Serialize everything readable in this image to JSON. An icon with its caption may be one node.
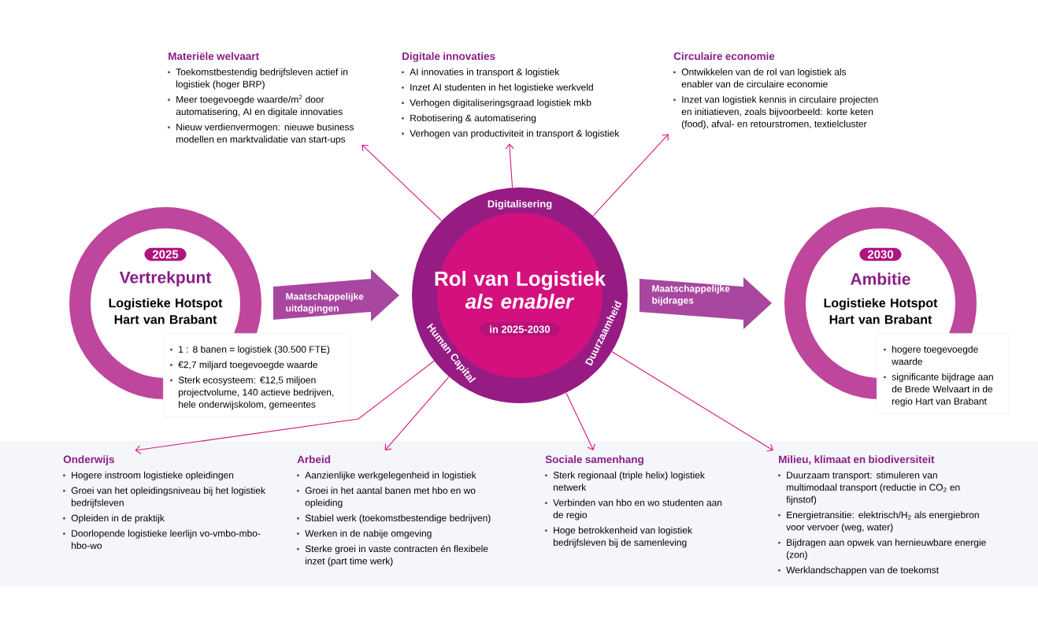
{
  "diagram": {
    "nodes": [
      {
        "text": [
          "2025",
          "Vertrekpunt",
          "Logistieke Hotspot Hart van Brabant"
        ]
      },
      {
        "text": [
          "1 : 8 banen = logistiek (30.500 FTE)",
          "€2,7 miljard toegevoegde waarde",
          "Sterk ecosysteem: €12,5 miljoen projectvolume, 140 actieve bedrijven, hele onderwijskolom, gemeentes"
        ]
      },
      {
        "text": [
          "Digitalisering",
          "Rol van Logistiek *als enabler*",
          "in 2025-2030",
          "Human Capital",
          "Duurzaamheid"
        ]
      },
      {
        "text": [
          "2030",
          "Ambitie",
          "Logistieke Hotspot Hart van Brabant"
        ]
      },
      {
        "text": [
          "hogere toegevoegde waarde",
          "significante bijdrage aan de Brede Welvaart in de regio Hart van Brabant"
        ]
      },
      {
        "text": [
          "Materiële welvaart",
          "Toekomstbestendig bedrijfsleven actief in logistiek (hoger BRP)",
          "Meer toegevoegde waarde/m$^{2}$ door automatisering, AI en digitale innovaties",
          "Nieuw verdienvermogen: nieuwe business modellen en marktvalidatie van start-ups"
        ]
      },
      {
        "text": [
          "Digitale innovaties",
          "AI innovaties in transport & logistiek",
          "Inzet AI studenten in het logistieke werkveld",
          "Verhogen digitaliseringsgraad logistiek mkb",
          "Robotisering & automatisering",
          "Verhogen van productiviteit in transport & logistiek"
        ]
      },
      {
        "text": [
          "Circulaire economie",
          "Ontwikkelen van de rol van logistiek als enabler van de circulaire economie",
          "Inzet van logistiek kennis in circulaire projecten en initiatieven, zoals bijvoorbeeld: korte keten (food), afval- en retourstromen, textielcluster"
        ]
      },
      {
        "text": [
          "Onderwijs",
          "Hogere instroom logistieke opleidingen",
          "Groei van het opleidingsniveau bij het logistiek bedrijfsleven",
          "Opleiden in de praktijk",
          "Doorlopende logistieke leerlijn vo-vmbo-mbo-hbo-wo"
        ]
      },
      {
        "text": [
          "Arbeid",
          "Aanzienlijke werkgelegenheid in logistiek",
          "Groei in het aantal banen met hbo en wo opleiding",
          "Stabiel werk (toekomstbestendige bedrijven)",
          "Werken in de nabije omgeving",
          "Sterke groei in vaste contracten én flexibele inzet (part time werk)"
        ]
      },
      {
        "text": [
          "Sociale samenhang",
          "Sterk regionaal (triple helix) logistiek netwerk",
          "Verbinden van hbo en wo studenten aan de regio",
          "Hoge betrokkenheid van logistiek bedrijfsleven bij de samenleving"
        ]
      },
      {
        "text": [
          "Milieu, klimaat en biodiversiteit",
          "Duurzaam transport: stimuleren van multimodaal transport (reductie in CO$_{2}$ en fijnstof)",
          "Energietransitie: elektrisch/H$_{2}$ als energiebron voor vervoer (weg, water)",
          "Bijdragen aan opwek van hernieuwbare energie (zon)",
          "Werklandschappen van de toekomst"
        ]
      }
    ],
    "edges": [
      {
        "from": 0,
        "to": 2,
        "arrow": "to",
        "style": "thick",
        "label": "Maatschappelijke uitdagingen"
      },
      {
        "from": 2,
        "to": 3,
        "arrow": "to",
        "style": "thick",
        "label": "Maatschappelijke bijdrages"
      },
      {
        "from": 2,
        "to": 5,
        "arrow": "to"
      },
      {
        "from": 2,
        "to": 6,
        "arrow": "to"
      },
      {
        "from": 2,
        "to": 7,
        "arrow": "to"
      },
      {
        "from": 2,
        "to": 8,
        "arrow": "to"
      },
      {
        "from": 2,
        "to": 9,
        "arrow": "to"
      },
      {
        "from": 2,
        "to": 10,
        "arrow": "to"
      },
      {
        "from": 2,
        "to": 11,
        "arrow": "to"
      }
    ]
  }
}
